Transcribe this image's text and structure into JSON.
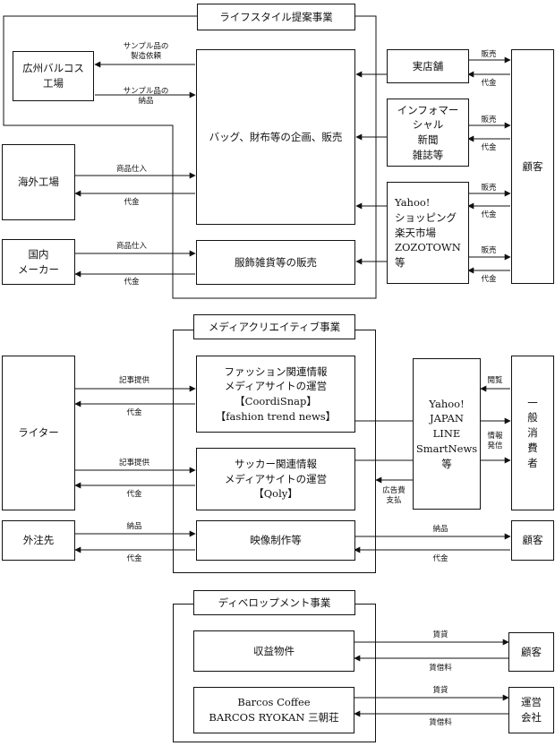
{
  "sections": {
    "lifestyle": {
      "title": "ライフスタイル提案事業"
    },
    "media": {
      "title": "メディアクリエイティブ事業"
    },
    "development": {
      "title": "ディベロップメント事業"
    }
  },
  "boxes": {
    "hiroshu": "広州バルコス\n工場",
    "bag": "バッグ、財布等の企画、販売",
    "jitsu": "実店舗",
    "info": "インフォマー\nシャル\n新聞\n雑誌等",
    "yahoo_shop": "Yahoo!\nショッピング\n楽天市場\nZOZOTOWN\n等",
    "customer_top": "顧客",
    "kaigai": "海外工場",
    "kokunai": "国内\nメーカー",
    "fukusyoku": "服飾雑貨等の販売",
    "writer": "ライター",
    "fashion": "ファッション関連情報\nメディアサイトの運営\n【CoordiSnap】\n【fashion trend news】",
    "soccer": "サッカー関連情報\nメディアサイトの運営\n【Qoly】",
    "portals": "Yahoo!\nJAPAN\nLINE\nSmartNews\n等",
    "consumer": "一\n般\n消\n費\n者",
    "gaichu": "外注先",
    "video": "映像制作等",
    "customer_video": "顧客",
    "shueki": "収益物件",
    "customer_dev": "顧客",
    "barcos": "Barcos Coffee\nBARCOS RYOKAN 三朝荘",
    "unei": "運営\n会社"
  },
  "labels": {
    "sample_req": "サンプル品の\n製造依頼",
    "sample_deliv": "サンプル品の\n納品",
    "hanbai1": "販売",
    "daikin1": "代金",
    "hanbai2": "販売",
    "daikin2": "代金",
    "hanbai3": "販売",
    "daikin3": "代金",
    "hanbai4": "販売",
    "daikin4": "代金",
    "shiire1": "商品仕入",
    "daikin5": "代金",
    "shiire2": "商品仕入",
    "daikin6": "代金",
    "kiji1": "記事提供",
    "daikin7": "代金",
    "kiji2": "記事提供",
    "daikin8": "代金",
    "etsuran": "閲覧",
    "joho": "情報\n発信",
    "kokoku": "広告費\n支払",
    "nohin1": "納品",
    "daikin9": "代金",
    "nohin2": "納品",
    "daikin10": "代金",
    "chintai1": "賃貸",
    "chinshaku1": "賃借料",
    "chintai2": "賃貸",
    "chinshaku2": "賃借料"
  }
}
